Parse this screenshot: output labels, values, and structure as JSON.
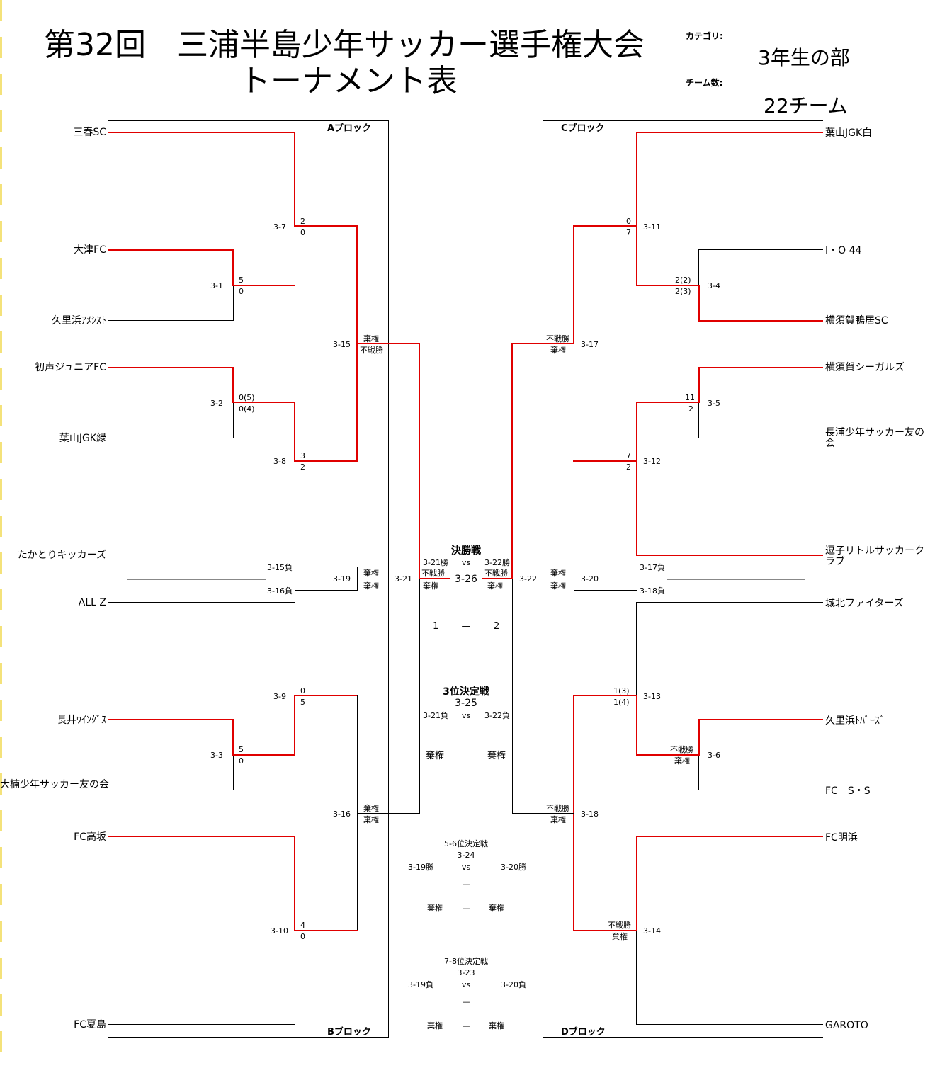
{
  "title": {
    "line1": "第32回　三浦半島少年サッカー選手権大会",
    "line2": "トーナメント表"
  },
  "meta": {
    "category_label": "カテゴリ:",
    "category_value": "3年生の部",
    "teams_label": "チーム数:",
    "teams_value": "22チーム"
  },
  "blocks": {
    "a": "Aブロック",
    "b": "Bブロック",
    "c": "Cブロック",
    "d": "Dブロック"
  },
  "teams_left": [
    "三春SC",
    "大津FC",
    "久里浜ｱﾒｼｽﾄ",
    "初声ジュニアFC",
    "葉山JGK緑",
    "たかとりキッカーズ",
    "ALL Z",
    "長井ｳｲﾝｸﾞｽ",
    "大楠少年サッカー友の会",
    "FC高坂",
    "FC夏島"
  ],
  "teams_right": [
    "葉山JGK白",
    "I・O 44",
    "横須賀鴨居SC",
    "横須賀シーガルズ",
    "長浦少年サッカー友の会",
    "逗子リトルサッカークラブ",
    "城北ファイターズ",
    "久里浜ﾄﾊﾟｰｽﾞ",
    "FC　S・S",
    "FC明浜",
    "GAROTO"
  ],
  "matches": {
    "m1": "3-1",
    "m2": "3-2",
    "m3": "3-3",
    "m4": "3-4",
    "m5": "3-5",
    "m6": "3-6",
    "m7": "3-7",
    "m8": "3-8",
    "m9": "3-9",
    "m10": "3-10",
    "m11": "3-11",
    "m12": "3-12",
    "m13": "3-13",
    "m14": "3-14",
    "m15": "3-15",
    "m16": "3-16",
    "m17": "3-17",
    "m18": "3-18",
    "m19": "3-19",
    "m20": "3-20",
    "m21": "3-21",
    "m22": "3-22"
  },
  "scores": {
    "s1a": "5",
    "s1b": "0",
    "s2a": "0(5)",
    "s2b": "0(4)",
    "s3a": "5",
    "s3b": "0",
    "s4a": "2(2)",
    "s4b": "2(3)",
    "s5a": "11",
    "s5b": "2",
    "s6a": "不戦勝",
    "s6b": "棄権",
    "s7a": "2",
    "s7b": "0",
    "s8a": "3",
    "s8b": "2",
    "s9a": "0",
    "s9b": "5",
    "s10a": "4",
    "s10b": "0",
    "s11a": "0",
    "s11b": "7",
    "s12a": "7",
    "s12b": "2",
    "s13a": "1(3)",
    "s13b": "1(4)",
    "s14a": "不戦勝",
    "s14b": "棄権",
    "s15a": "棄権",
    "s15b": "不戦勝",
    "s16a": "棄権",
    "s16b": "棄権",
    "s17a": "不戦勝",
    "s17b": "棄権",
    "s18a": "不戦勝",
    "s18b": "棄権",
    "s19a": "棄権",
    "s19b": "棄権",
    "s20a": "棄権",
    "s20b": "棄権",
    "s21a": "不戦勝",
    "s21b": "棄権",
    "s22a": "不戦勝",
    "s22b": "棄権"
  },
  "consolation": {
    "l15": "3-15負",
    "l16": "3-16負",
    "l17": "3-17負",
    "l18": "3-18負"
  },
  "final": {
    "label": "決勝戦",
    "w21": "3-21勝",
    "vs": "vs",
    "w22": "3-22勝",
    "match": "3-26",
    "rank1": "1",
    "dash": "—",
    "rank2": "2"
  },
  "third": {
    "label": "3位決定戦",
    "match": "3-25",
    "l21": "3-21負",
    "vs": "vs",
    "l22": "3-22負",
    "a": "棄権",
    "dash": "—",
    "b": "棄権"
  },
  "fifth": {
    "label": "5-6位決定戦",
    "match": "3-24",
    "w19": "3-19勝",
    "vs": "vs",
    "w20": "3-20勝",
    "dash1": "—",
    "a": "棄権",
    "dash2": "—",
    "b": "棄権"
  },
  "seventh": {
    "label": "7-8位決定戦",
    "match": "3-23",
    "l19": "3-19負",
    "vs": "vs",
    "l20": "3-20負",
    "dash1": "—",
    "a": "棄権",
    "dash2": "—",
    "b": "棄権"
  },
  "colors": {
    "winner": "#e00000",
    "line": "#000000"
  }
}
